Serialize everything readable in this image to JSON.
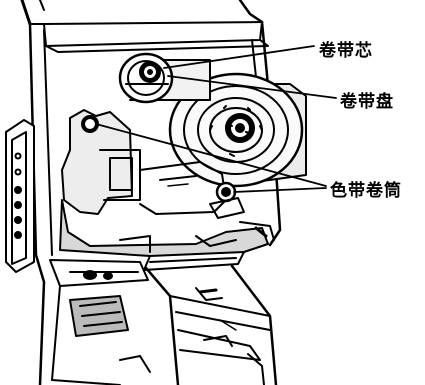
{
  "callouts": {
    "ribbon_core": "卷带芯",
    "ribbon_supply_reel": "卷带盘",
    "ribbon_take_up": "色带卷筒"
  },
  "colors": {
    "ink": "#000000",
    "paper": "#ffffff",
    "fill_light": "#e6e6e6",
    "fill_mid": "#9a9a9a"
  }
}
